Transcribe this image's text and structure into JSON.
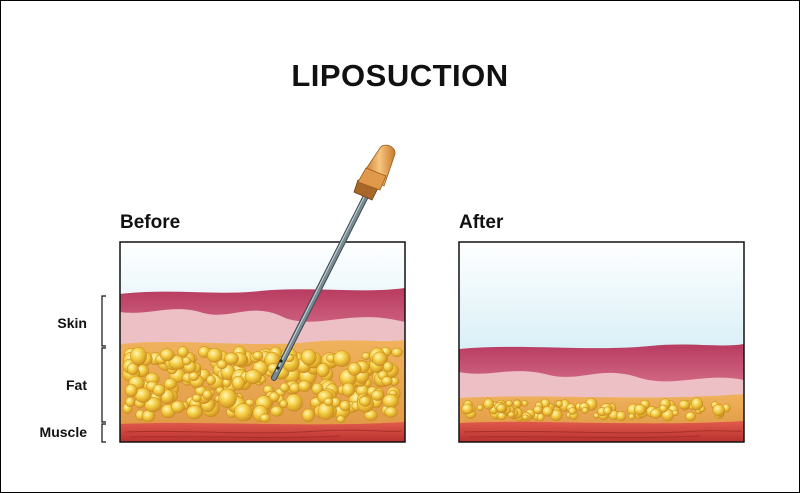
{
  "title": "LIPOSUCTION",
  "panels": {
    "before": {
      "label": "Before"
    },
    "after": {
      "label": "After"
    }
  },
  "layers": {
    "skin": "Skin",
    "fat": "Fat",
    "muscle": "Muscle"
  },
  "colors": {
    "sky_top": "#ffffff",
    "sky_bottom": "#b8e2f0",
    "skin_top": "#c8456a",
    "skin_mid": "#e3b1ba",
    "fat_base": "#e9a64e",
    "fat_globule": "#f1c43c",
    "muscle": "#cf3f3a",
    "cannula": "#6e7f86",
    "handle": "#e3a04e"
  }
}
